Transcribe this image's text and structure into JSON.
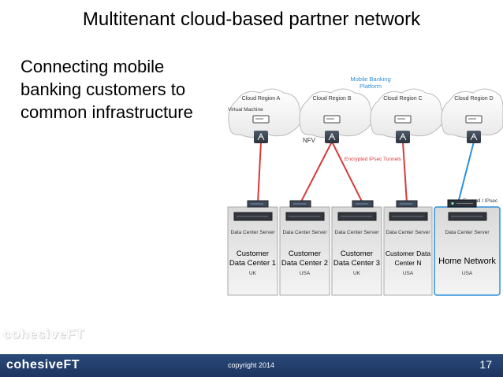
{
  "slide": {
    "title": "Multitenant cloud-based partner network",
    "subtitle": "Connecting mobile banking customers to common infrastructure"
  },
  "diagram": {
    "platform_label": "Mobile Banking Platform",
    "platform_line1": "Mobile Banking",
    "platform_line2": "Platform",
    "virtual_machine_label": "Virtual Machine",
    "nfv_label": "NFV",
    "tunnels_label": "Encrypted IPsec Tunnels",
    "firewall_label": "Firewall / IPsec",
    "colors": {
      "tunnel": "#d83a3a",
      "home_link": "#2f8fd8",
      "platform_text": "#2f8fd8"
    },
    "regions": [
      {
        "label": "Cloud Region A"
      },
      {
        "label": "Cloud Region B"
      },
      {
        "label": "Cloud Region C"
      },
      {
        "label": "Cloud Region D"
      }
    ],
    "datacenters": [
      {
        "server": "Data Center Server",
        "name_line1": "Customer",
        "name_line2": "Data Center 1",
        "country": "UK"
      },
      {
        "server": "Data Center Server",
        "name_line1": "Customer",
        "name_line2": "Data Center 2",
        "country": "USA"
      },
      {
        "server": "Data Center Server",
        "name_line1": "Customer",
        "name_line2": "Data Center 3",
        "country": "UK"
      },
      {
        "server": "Data Center Server",
        "name_line1": "Customer Data",
        "name_line2": "Center N",
        "country": "USA"
      },
      {
        "server": "Data Center Server",
        "name_line1": "Home Network",
        "name_line2": "",
        "country": "USA"
      }
    ]
  },
  "branding": {
    "watermark": "cohesiveFT",
    "footer_logo": "cohesiveFT",
    "copyright": "copyright 2014",
    "page_number": "17"
  }
}
